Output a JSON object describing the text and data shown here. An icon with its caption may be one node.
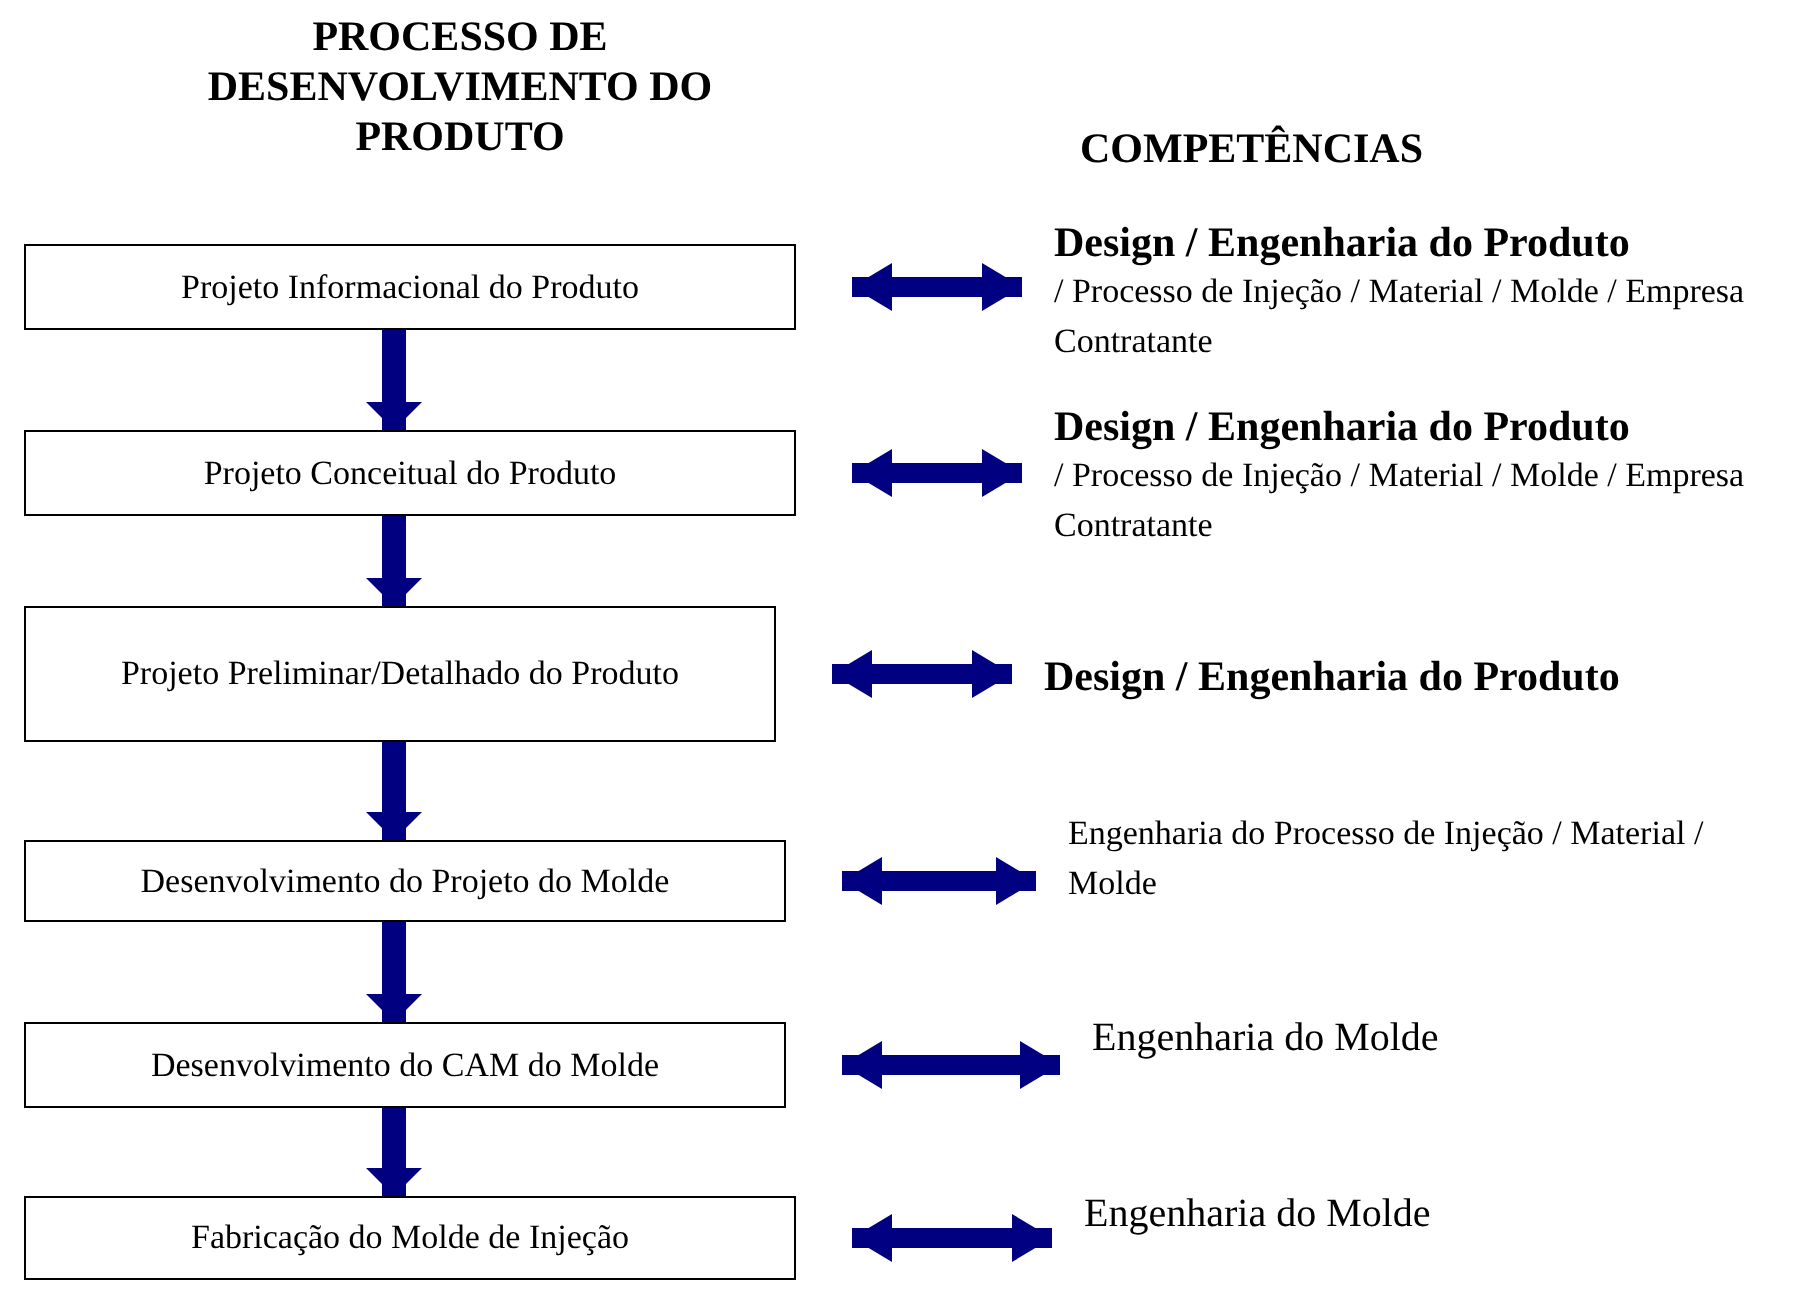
{
  "diagram": {
    "title": "PROCESSO DE DESENVOLVIMENTO DO PRODUTO",
    "nodes": [
      {
        "text": [
          "Projeto Informacional do Produto"
        ]
      },
      {
        "text": [
          "Projeto Conceitual do Produto"
        ]
      },
      {
        "text": [
          "Projeto Preliminar/Detalhado do Produto"
        ]
      },
      {
        "text": [
          "Desenvolvimento do Projeto do Molde"
        ]
      },
      {
        "text": [
          "Desenvolvimento do CAM do Molde"
        ]
      },
      {
        "text": [
          "Fabricação do Molde de Injeção"
        ]
      },
      {
        "text": [
          "Design / Engenharia do Produto",
          "/ Processo de Injeção / Material / Molde / Empresa Contratante"
        ]
      },
      {
        "text": [
          "Design / Engenharia do Produto",
          "/ Processo de Injeção / Material / Molde / Empresa Contratante"
        ]
      },
      {
        "text": [
          "Design / Engenharia do Produto"
        ]
      },
      {
        "text": [
          "Engenharia do Processo de Injeção / Material / Molde"
        ]
      },
      {
        "text": [
          "Engenharia do Molde"
        ]
      },
      {
        "text": [
          "Engenharia do Molde"
        ]
      }
    ],
    "edges": [
      {
        "from": 0,
        "to": 1,
        "arrow": "to"
      },
      {
        "from": 1,
        "to": 2,
        "arrow": "to"
      },
      {
        "from": 2,
        "to": 3,
        "arrow": "to"
      },
      {
        "from": 3,
        "to": 4,
        "arrow": "to"
      },
      {
        "from": 4,
        "to": 5,
        "arrow": "to"
      },
      {
        "from": 0,
        "to": 6,
        "arrow": "both"
      },
      {
        "from": 1,
        "to": 7,
        "arrow": "both"
      },
      {
        "from": 2,
        "to": 8,
        "arrow": "both"
      },
      {
        "from": 3,
        "to": 9,
        "arrow": "both"
      },
      {
        "from": 4,
        "to": 10,
        "arrow": "both"
      },
      {
        "from": 5,
        "to": 11,
        "arrow": "both"
      }
    ],
    "labels": [
      "COMPETÊNCIAS"
    ]
  }
}
